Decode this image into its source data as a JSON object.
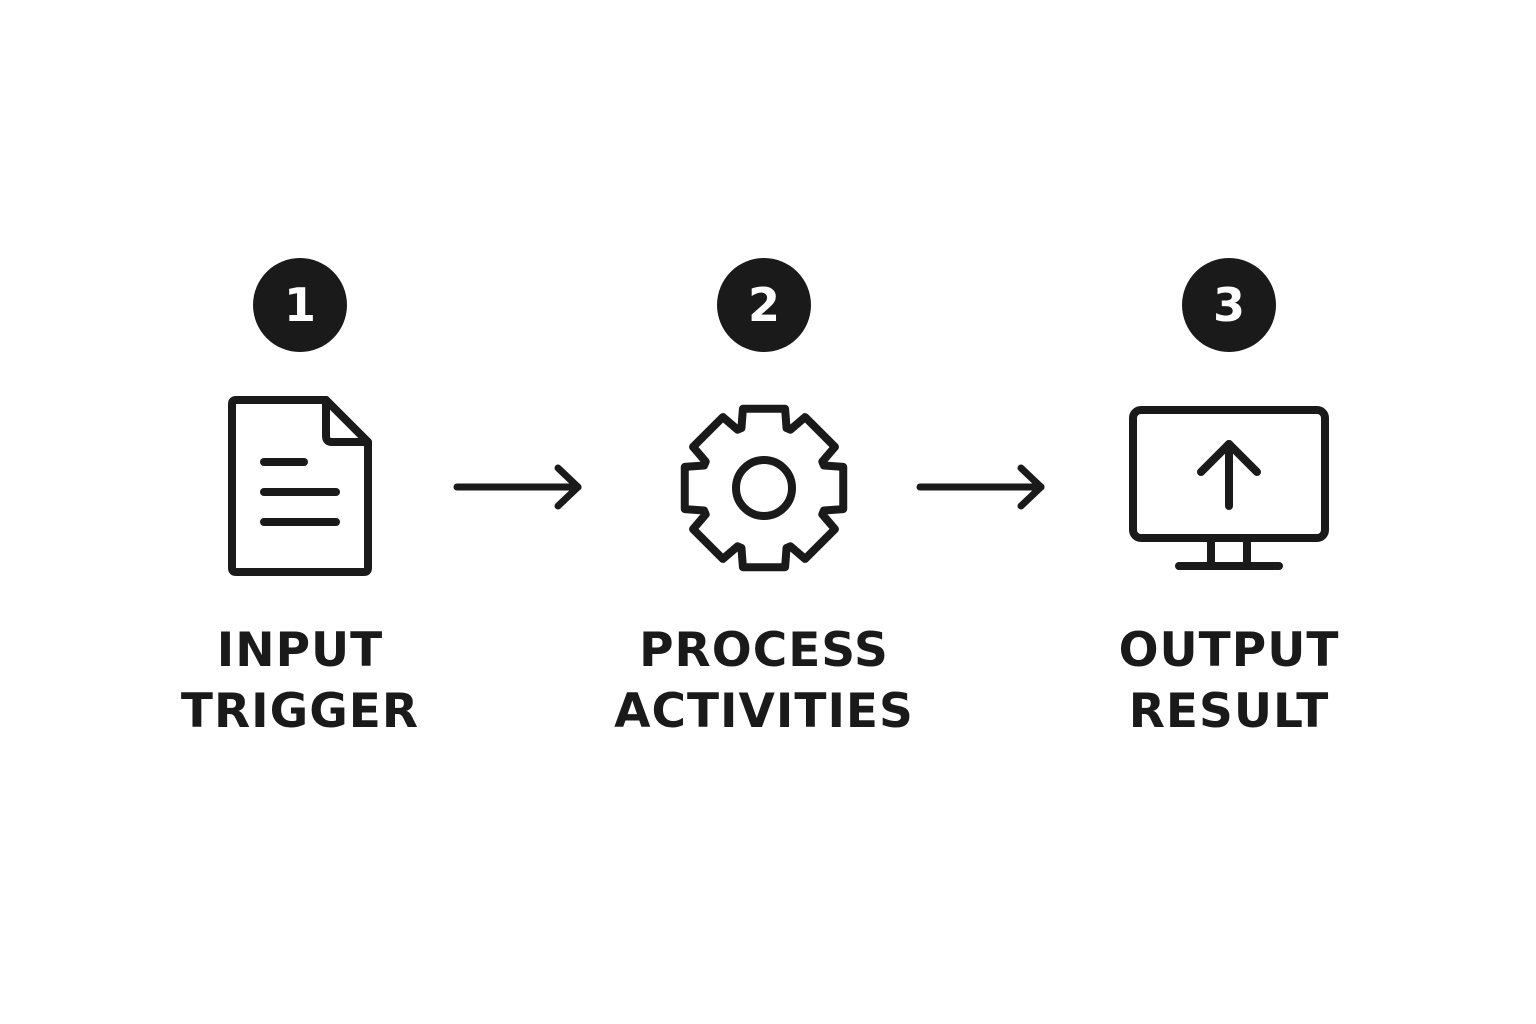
{
  "steps": [
    {
      "number": "1",
      "icon": "document-icon",
      "label_line1": "INPUT",
      "label_line2": "TRIGGER"
    },
    {
      "number": "2",
      "icon": "gear-icon",
      "label_line1": "PROCESS",
      "label_line2": "ACTIVITIES"
    },
    {
      "number": "3",
      "icon": "monitor-upload-icon",
      "label_line1": "OUTPUT",
      "label_line2": "RESULT"
    }
  ],
  "colors": {
    "ink": "#1a1a1a",
    "background": "#ffffff"
  }
}
